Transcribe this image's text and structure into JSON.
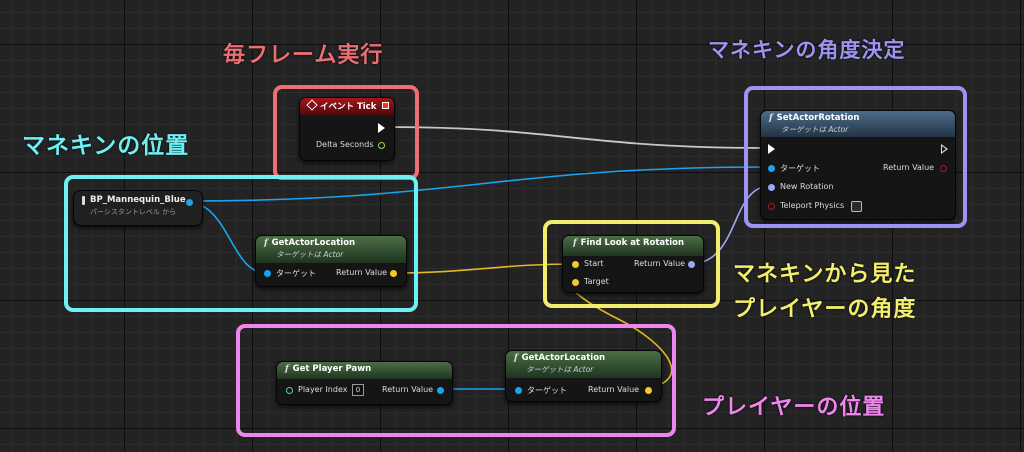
{
  "colors": {
    "red_frame": "#ee6f73",
    "cyan_frame": "#6ef0f4",
    "violet_frame": "#9c94f2",
    "yellow_frame": "#f3ee6e",
    "pink_frame": "#ef86ee",
    "exec_wire": "#c8c8c8",
    "object_wire": "#19a4f0",
    "vector_wire": "#e1b726",
    "rotator_wire": "#9fa6f6"
  },
  "labels": {
    "every_frame": "毎フレーム実行",
    "mannequin_rotation": "マネキンの角度決定",
    "mannequin_position": "マネキンの位置",
    "angle_line1": "マネキンから見た",
    "angle_line2": "プレイヤーの角度",
    "player_position": "プレイヤーの位置"
  },
  "nodes": {
    "event_tick": {
      "title": "イベント Tick",
      "delta": "Delta Seconds"
    },
    "bp_mannequin": {
      "title": "BP_Mannequin_Blue",
      "sub": "パーシスタントレベル から"
    },
    "set_actor_rotation": {
      "title": "SetActorRotation",
      "sub": "ターゲットは Actor",
      "target": "ターゲット",
      "return": "Return Value",
      "new_rotation": "New Rotation",
      "teleport": "Teleport Physics"
    },
    "get_actor_location_1": {
      "title": "GetActorLocation",
      "sub": "ターゲットは Actor",
      "target": "ターゲット",
      "return": "Return Value"
    },
    "find_look_at": {
      "title": "Find Look at Rotation",
      "start": "Start",
      "target": "Target",
      "return": "Return Value"
    },
    "get_player_pawn": {
      "title": "Get Player Pawn",
      "player_index": "Player Index",
      "index_value": "0",
      "return": "Return Value"
    },
    "get_actor_location_2": {
      "title": "GetActorLocation",
      "sub": "ターゲットは Actor",
      "target": "ターゲット",
      "return": "Return Value"
    }
  }
}
